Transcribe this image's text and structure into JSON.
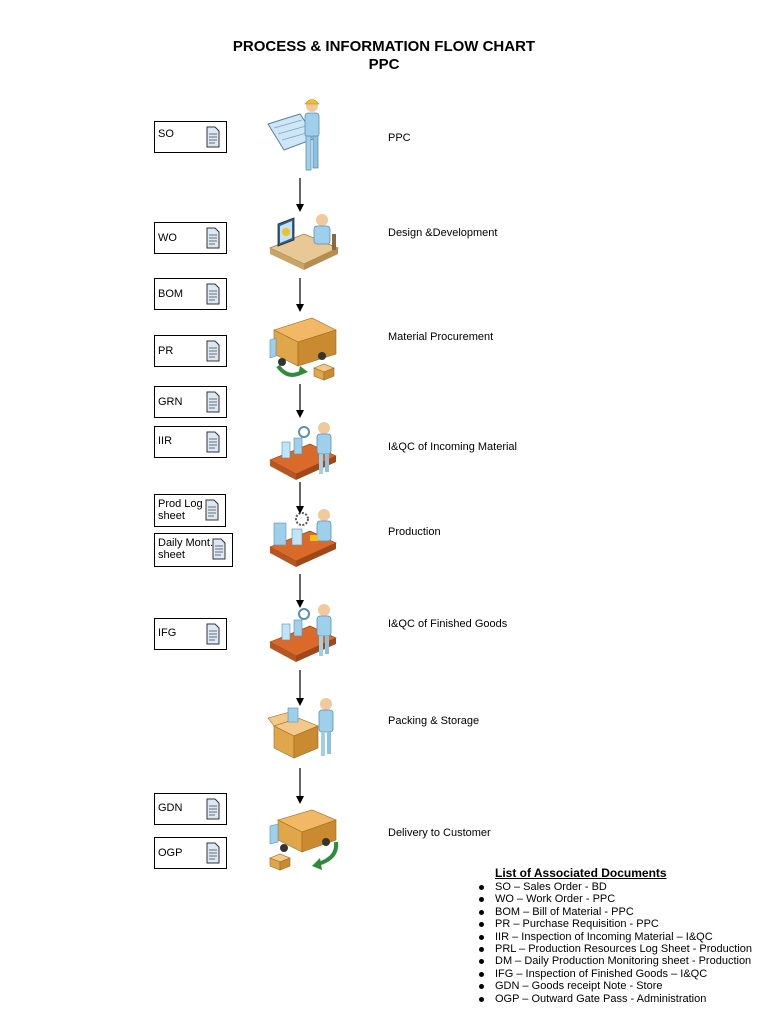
{
  "title": {
    "line1": "PROCESS & INFORMATION FLOW CHART",
    "line2": "PPC"
  },
  "documents": {
    "so": "SO",
    "wo": "WO",
    "bom": "BOM",
    "pr": "PR",
    "grn": "GRN",
    "iir": "IIR",
    "prod_log": "Prod Log sheet",
    "daily_mont": "Daily Mont. sheet",
    "ifg": "IFG",
    "gdn": "GDN",
    "ogp": "OGP"
  },
  "steps": [
    {
      "label": "PPC",
      "icon": "worker-blueprint-icon"
    },
    {
      "label": "Design &Development",
      "icon": "designer-computer-icon"
    },
    {
      "label": "Material Procurement",
      "icon": "truck-boxes-icon"
    },
    {
      "label": "I&QC of Incoming Material",
      "icon": "inspector-conveyor-icon"
    },
    {
      "label": "Production",
      "icon": "production-conveyor-icon"
    },
    {
      "label": "I&QC of Finished Goods",
      "icon": "inspector-conveyor-icon"
    },
    {
      "label": "Packing & Storage",
      "icon": "packer-box-icon"
    },
    {
      "label": "Delivery to Customer",
      "icon": "delivery-truck-icon"
    }
  ],
  "legend": {
    "title": "List of Associated Documents",
    "items": [
      "SO –  Sales Order - BD",
      "WO – Work Order - PPC",
      "BOM – Bill of Material - PPC",
      "PR – Purchase Requisition - PPC",
      "IIR – Inspection of Incoming Material – I&QC",
      "PRL – Production Resources Log Sheet - Production",
      "DM – Daily Production Monitoring sheet - Production",
      "IFG – Inspection of Finished Goods – I&QC",
      "GDN – Goods receipt Note - Store",
      "OGP – Outward Gate Pass - Administration"
    ]
  },
  "colors": {
    "skin": "#f2c99a",
    "worker": "#9ed0ec",
    "hardhat": "#f0c020",
    "box": "#e0a64a",
    "conveyor": "#d96a2a",
    "arrow_green": "#2e8b3a"
  }
}
